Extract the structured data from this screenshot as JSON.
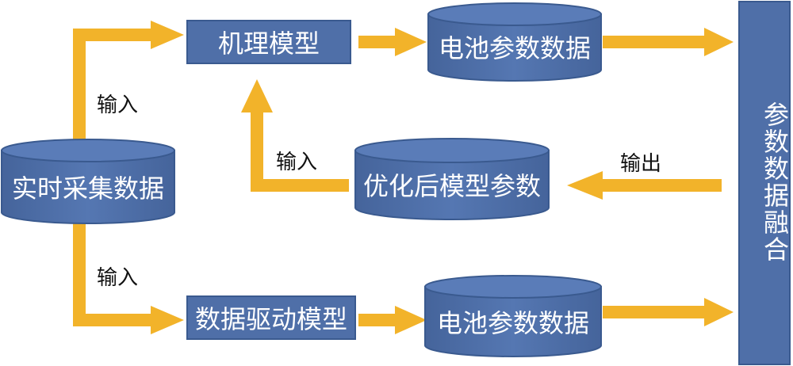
{
  "colors": {
    "box_fill": "#4f6fa8",
    "box_stroke": "#3a5a8f",
    "arrow": "#f2b32a",
    "text_on_box": "#ffffff",
    "text_dark": "#111111"
  },
  "nodes": {
    "realtime_data": "实时采集数据",
    "mechanism_model": "机理模型",
    "battery_params_top": "电池参数数据",
    "optimized_params": "优化后模型参数",
    "data_driven_model": "数据驱动模型",
    "battery_params_bottom": "电池参数数据",
    "fusion": "参数数据融合"
  },
  "edge_labels": {
    "input_top": "输入",
    "input_mid": "输入",
    "input_bottom": "输入",
    "output": "输出"
  }
}
